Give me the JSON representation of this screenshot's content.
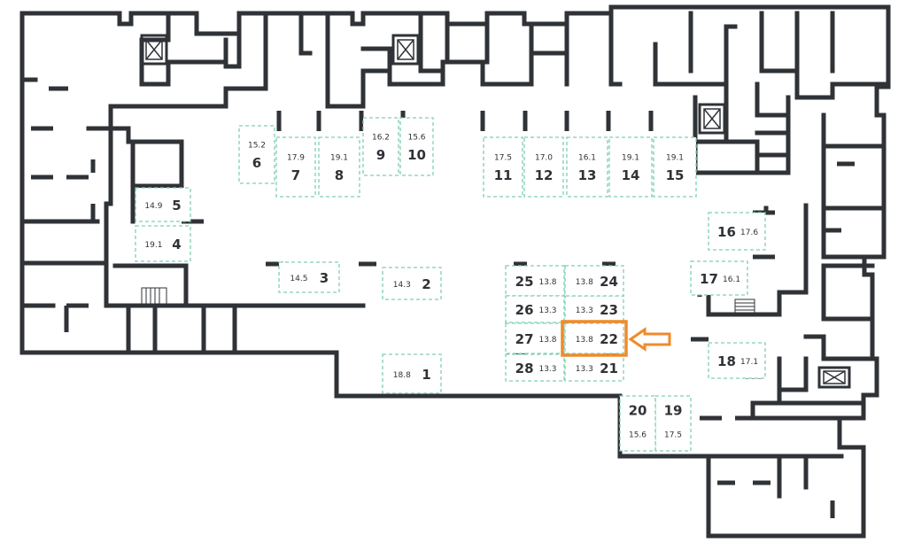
{
  "highlighted_spot": "22",
  "colors": {
    "walls": "#2f3236",
    "spot_outline": "#7fcfb2",
    "highlight": "#f08a2a",
    "text": "#2f3236"
  },
  "icons": [
    "elevator-icon",
    "stairs-icon",
    "pointer-arrow-icon"
  ],
  "spots": [
    {
      "number": "1",
      "area": "18.8"
    },
    {
      "number": "2",
      "area": "14.3"
    },
    {
      "number": "3",
      "area": "14.5"
    },
    {
      "number": "4",
      "area": "19.1"
    },
    {
      "number": "5",
      "area": "14.9"
    },
    {
      "number": "6",
      "area": "15.2"
    },
    {
      "number": "7",
      "area": "17.9"
    },
    {
      "number": "8",
      "area": "19.1"
    },
    {
      "number": "9",
      "area": "16.2"
    },
    {
      "number": "10",
      "area": "15.6"
    },
    {
      "number": "11",
      "area": "17.5"
    },
    {
      "number": "12",
      "area": "17.0"
    },
    {
      "number": "13",
      "area": "16.1"
    },
    {
      "number": "14",
      "area": "19.1"
    },
    {
      "number": "15",
      "area": "19.1"
    },
    {
      "number": "16",
      "area": "17.6"
    },
    {
      "number": "17",
      "area": "16.1"
    },
    {
      "number": "18",
      "area": "17.1"
    },
    {
      "number": "19",
      "area": "17.5"
    },
    {
      "number": "20",
      "area": "15.6"
    },
    {
      "number": "21",
      "area": "13.3"
    },
    {
      "number": "22",
      "area": "13.8"
    },
    {
      "number": "23",
      "area": "13.3"
    },
    {
      "number": "24",
      "area": "13.8"
    },
    {
      "number": "25",
      "area": "13.8"
    },
    {
      "number": "26",
      "area": "13.3"
    },
    {
      "number": "27",
      "area": "13.8"
    },
    {
      "number": "28",
      "area": "13.3"
    }
  ]
}
